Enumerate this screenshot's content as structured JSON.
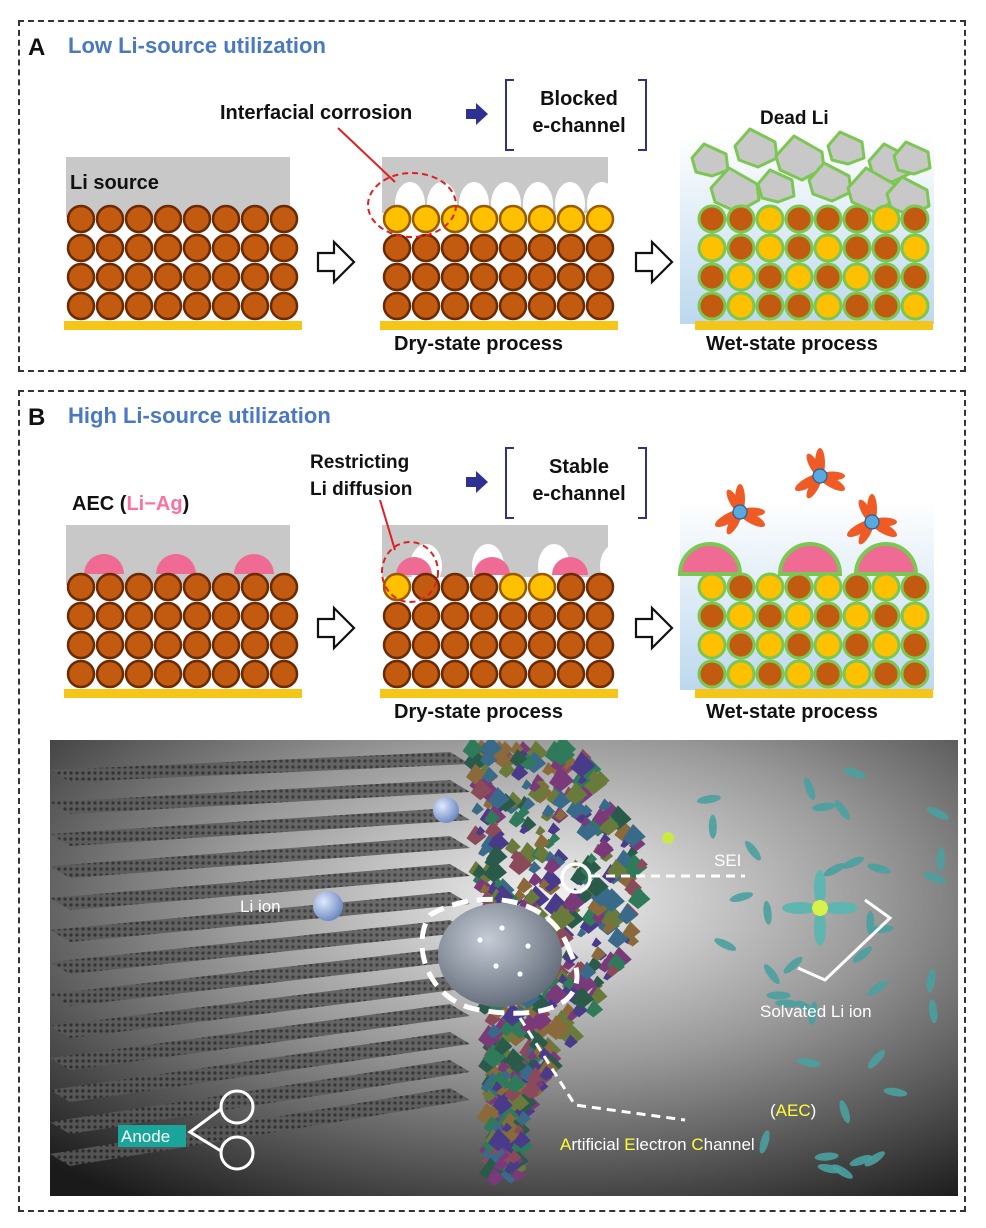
{
  "panel_a": {
    "letter": "A",
    "title": "Low Li-source utilization",
    "li_source_label": "Li source",
    "corrosion_label": "Interfacial corrosion",
    "channel_line1": "Blocked",
    "channel_line2": "e-channel",
    "dead_li_label": "Dead Li",
    "dry_label": "Dry-state process",
    "wet_label": "Wet-state process"
  },
  "panel_b": {
    "letter": "B",
    "title": "High Li-source utilization",
    "aec_prefix": "AEC (",
    "aec_highlight": "Li−Ag",
    "aec_suffix": ")",
    "restrict_line1": "Restricting",
    "restrict_line2": "Li diffusion",
    "channel_line1": "Stable",
    "channel_line2": "e-channel",
    "dry_label": "Dry-state process",
    "wet_label": "Wet-state process"
  },
  "render_labels": {
    "li_ion": "Li ion",
    "sei": "SEI",
    "solvated": "Solvated Li ion",
    "aec_open": "(",
    "aec_abbr": "AEC",
    "aec_close": ")",
    "full_name": [
      "A",
      "rtificial ",
      "E",
      "lectron ",
      "C",
      "hannel"
    ],
    "anode": "Anode"
  },
  "colors": {
    "particle": "#c25a10",
    "particle_edge": "#6a2a05",
    "particle_yellow": "#ffc000",
    "li_source": "#c8c8c8",
    "collector": "#f5c518",
    "alloy": "#f06b93",
    "sei_green": "#7cc652",
    "title_blue": "#4a78c2",
    "arrow_navy": "#2e3192",
    "corrosion_red": "#e02020",
    "aec_highlight": "#ff6fa0",
    "aec_yellow": "#ffff33",
    "anode_teal": "#1aa59a"
  }
}
